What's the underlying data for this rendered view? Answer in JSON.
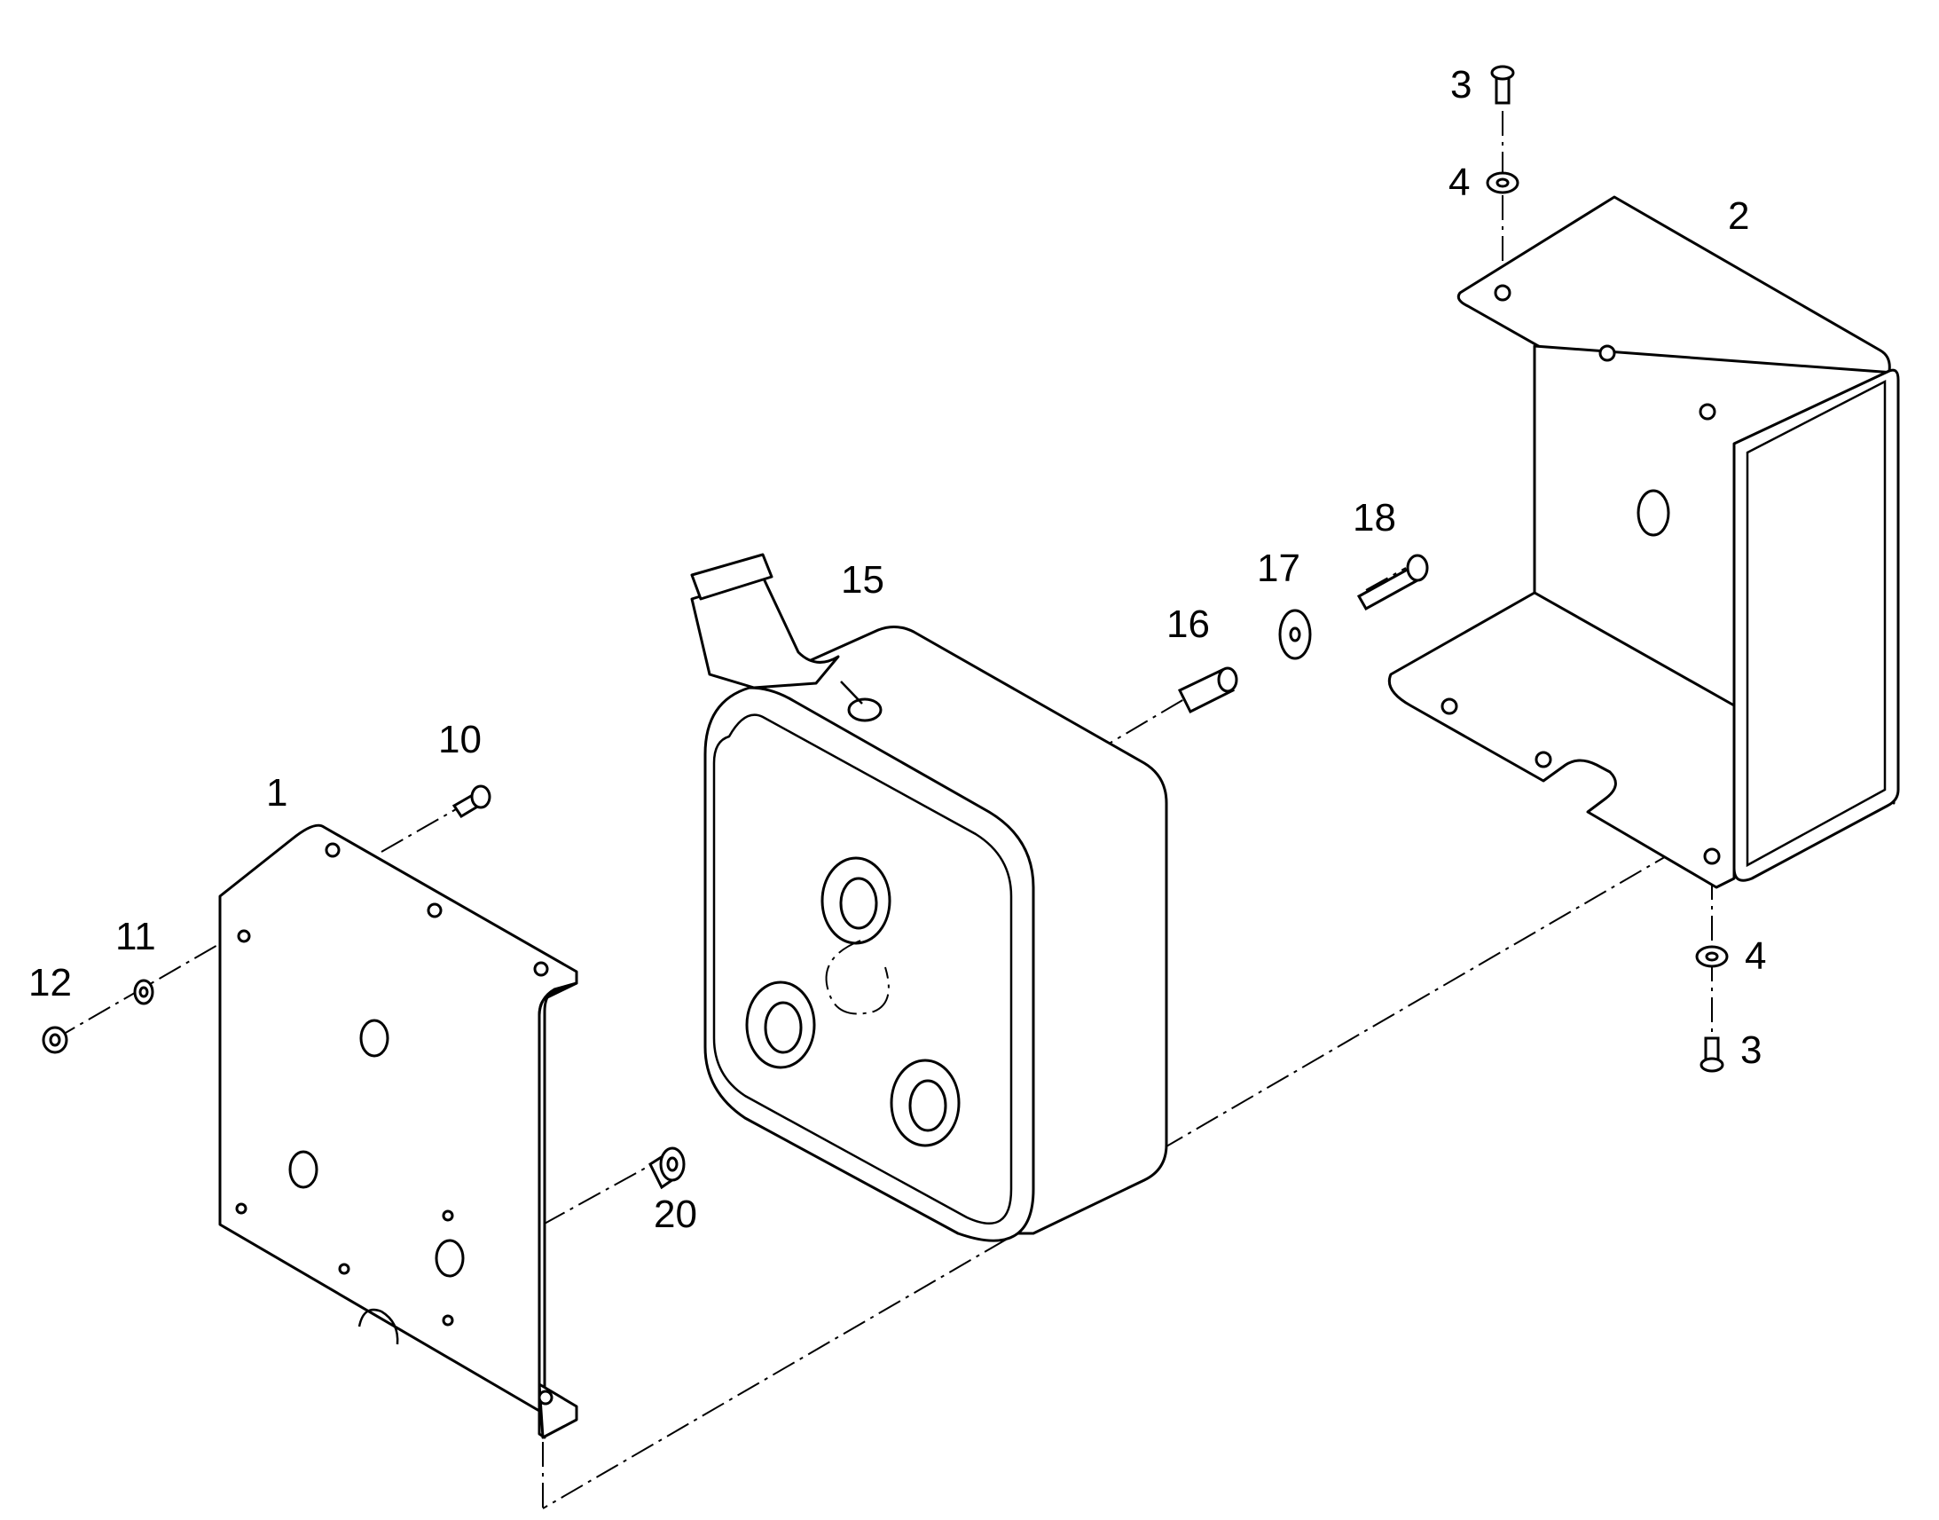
{
  "callouts": {
    "c1": "1",
    "c2": "2",
    "c3_top": "3",
    "c4_top": "4",
    "c4_bottom": "4",
    "c3_bottom": "3",
    "c10": "10",
    "c11": "11",
    "c12": "12",
    "c15": "15",
    "c16": "16",
    "c17": "17",
    "c18": "18",
    "c20": "20"
  }
}
